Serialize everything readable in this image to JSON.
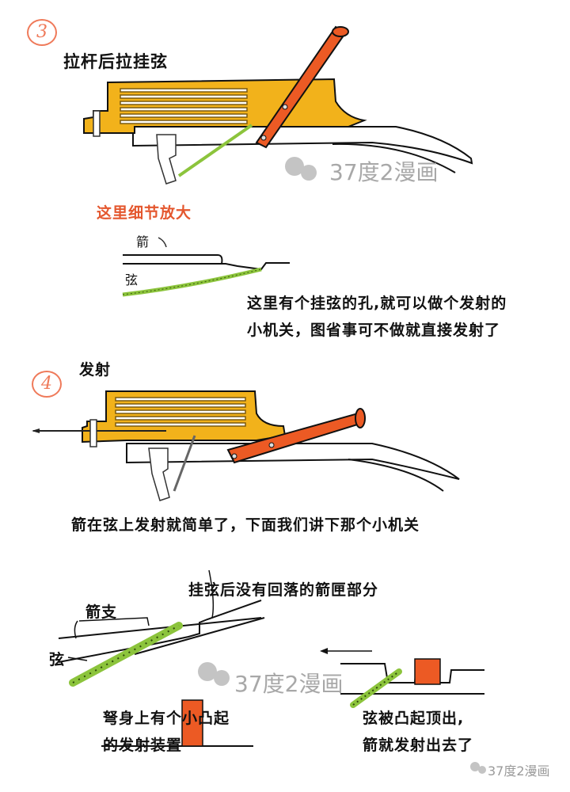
{
  "step3": {
    "number": "3",
    "title": "拉杆后拉挂弦",
    "detail_label": "这里细节放大",
    "detail_arrow_label": "箭",
    "detail_string_label": "弦",
    "caption_line1": "这里有个挂弦的孔,就可以做个发射的",
    "caption_line2": "小机关，图省事可不做就直接发射了"
  },
  "step4": {
    "number": "4",
    "title": "发射",
    "caption": "箭在弦上发射就简单了，下面我们讲下那个小机关"
  },
  "mechanism": {
    "top_label": "挂弦后没有回落的箭匣部分",
    "arrow_label": "箭支",
    "string_label": "弦",
    "left_caption_line1": "弩身上有个小凸起",
    "left_caption_line2": "的发射装置",
    "right_caption_line1": "弦被凸起顶出,",
    "right_caption_line2": "箭就发射出去了"
  },
  "watermark": {
    "text": "37度2漫画",
    "icon": "wechat-icon"
  },
  "colors": {
    "magazine_yellow": "#f2b21b",
    "lever_orange": "#ec5a24",
    "string_green": "#8cc43c",
    "circle_red": "#ef7a5a",
    "label_red": "#e4572e",
    "watermark_gray": "#a8a8a8"
  }
}
